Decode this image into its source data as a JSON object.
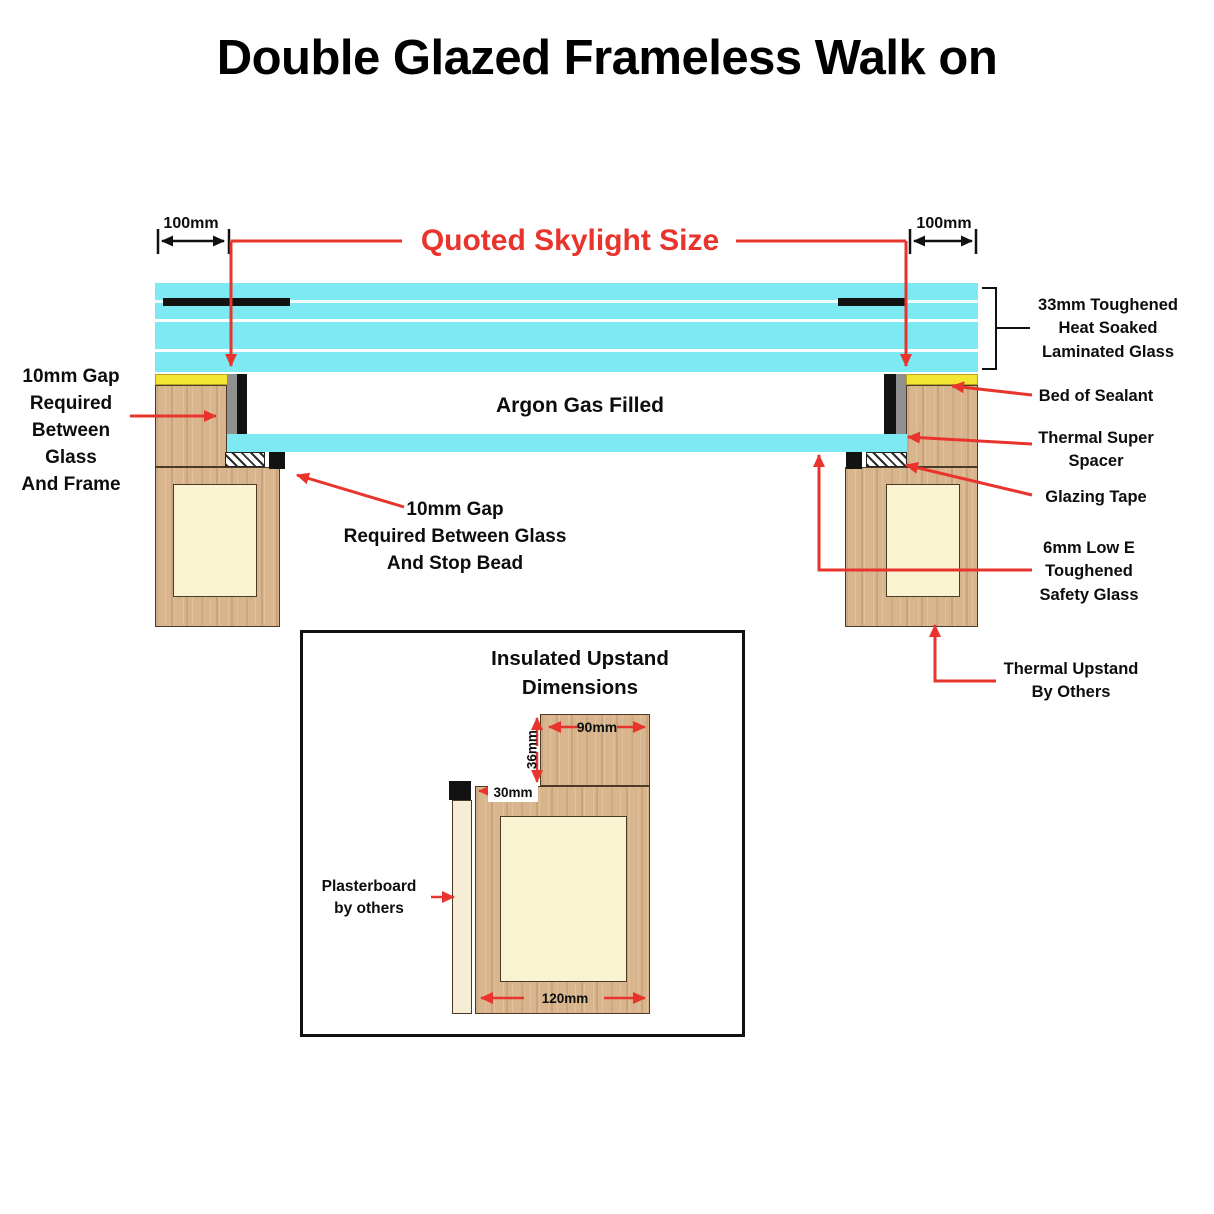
{
  "title": "Double Glazed Frameless Walk on",
  "main_diagram": {
    "dim_left": "100mm",
    "dim_right": "100mm",
    "quoted_size": "Quoted Skylight Size",
    "argon": "Argon Gas Filled",
    "gap_frame": "10mm Gap\nRequired\nBetween\nGlass\nAnd Frame",
    "gap_stop_bead": "10mm Gap\nRequired Between Glass\nAnd Stop Bead",
    "label_laminated": "33mm Toughened\nHeat Soaked\nLaminated Glass",
    "label_sealant": "Bed of Sealant",
    "label_spacer": "Thermal Super\nSpacer",
    "label_tape": "Glazing Tape",
    "label_lowe": "6mm Low E\nToughened\nSafety Glass",
    "label_upstand": "Thermal Upstand\nBy Others"
  },
  "inset": {
    "title": "Insulated Upstand\nDimensions",
    "dim_36": "36mm",
    "dim_90": "90mm",
    "dim_30": "30mm",
    "dim_120": "120mm",
    "plasterboard": "Plasterboard\nby others"
  },
  "colors": {
    "glass": "#7de9f2",
    "wood": "#d9b58e",
    "insulation": "#faf3d2",
    "sealant_yellow": "#f3e632",
    "annotation_red": "#e8342c"
  }
}
